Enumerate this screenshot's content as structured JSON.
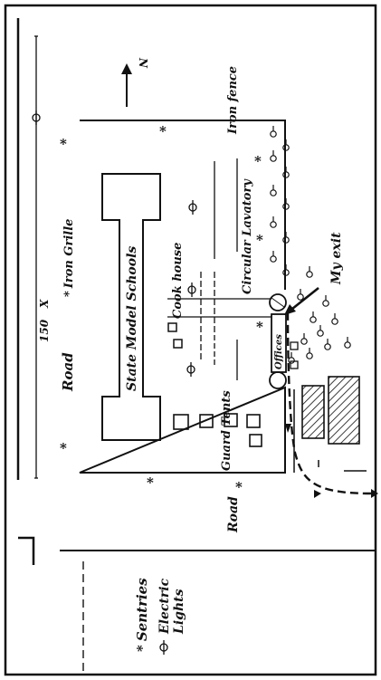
{
  "labels": {
    "road_top": "Road",
    "distance_150": "150",
    "distance_x": "X",
    "iron_grille": "Iron Grille",
    "iron_fence": "Iron fence",
    "north": "N",
    "state_model_schools": "State Model Schools",
    "cook_house": "Cook house",
    "circular_lavatory": "Circular Lavatory",
    "my_exit": "My exit",
    "offices": "Offices",
    "guard_tents": "Guard Tents",
    "road_bottom": "Road"
  },
  "legend": {
    "sentries_symbol": "*",
    "sentries": "Sentries",
    "electric_lights_line1": "Electric",
    "electric_lights_line2": "Lights"
  },
  "icons": [
    "north-arrow-icon",
    "sentry-asterisk-icon",
    "electric-light-icon",
    "lamp-post-icon",
    "exit-arrow-icon"
  ],
  "colors": {
    "ink": "#111111",
    "paper": "#ffffff"
  }
}
